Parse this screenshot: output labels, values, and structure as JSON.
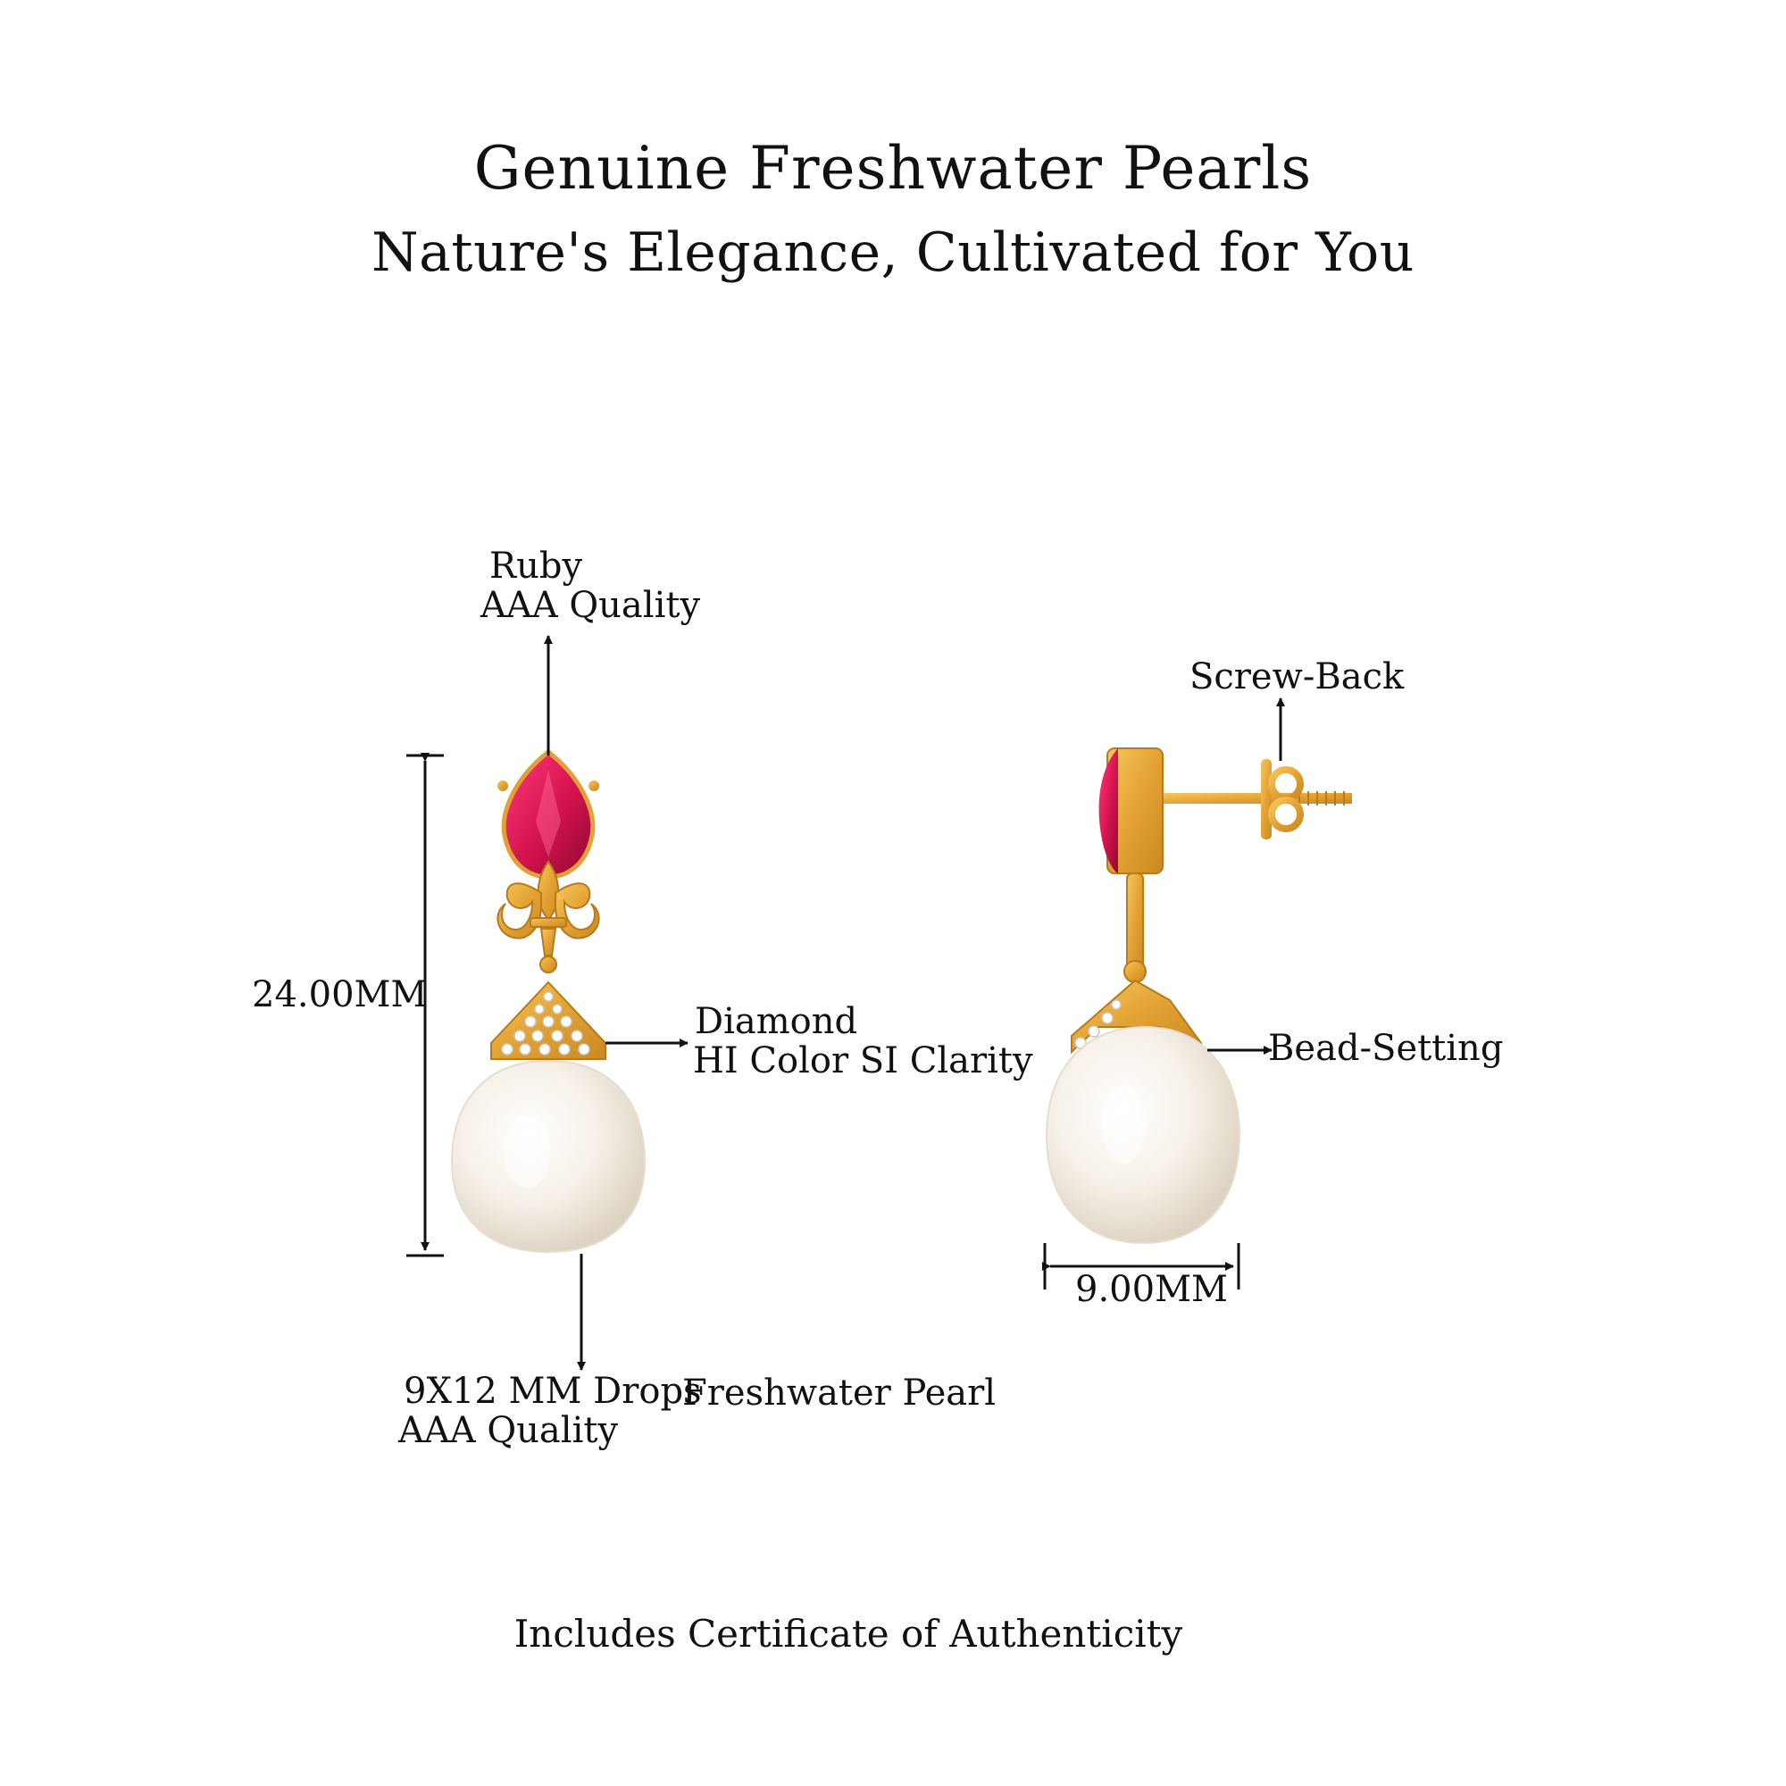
{
  "header": {
    "title": "Genuine Freshwater Pearls",
    "subtitle": "Nature's Elegance, Cultivated for You"
  },
  "front_view": {
    "ruby_label": "Ruby",
    "ruby_quality": "AAA Quality",
    "diamond_label": "Diamond",
    "diamond_quality": "HI Color SI Clarity",
    "length": "24.00MM",
    "pearl_size": "9X12 MM Drops",
    "pearl_label": "Freshwater Pearl",
    "pearl_quality": "AAA Quality"
  },
  "side_view": {
    "back_label": "Screw-Back",
    "setting_label": "Bead-Setting",
    "width": "9.00MM"
  },
  "footer": {
    "text": "Includes Certificate of Authenticity"
  },
  "colors": {
    "ruby": "#d01048",
    "gold": "#e8a93a",
    "pearl": "#f7f3ec",
    "ink": "#111111"
  }
}
